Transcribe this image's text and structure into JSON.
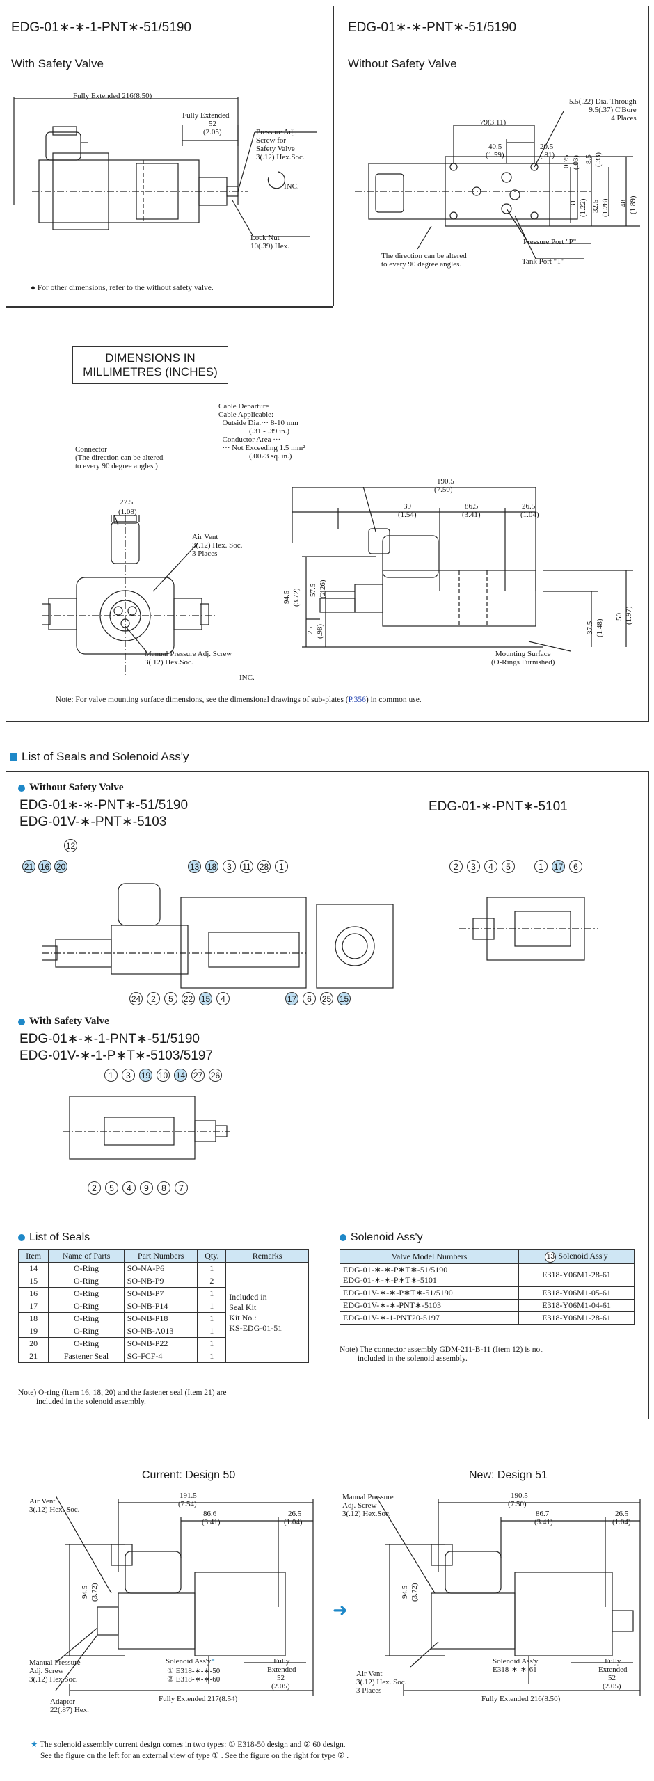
{
  "top_left": {
    "model": "EDG-01∗-∗-1-PNT∗-51/5190",
    "subtitle": "With Safety Valve",
    "dims": {
      "fully_extended_216": "Fully Extended 216(8.50)",
      "fully_extended": "Fully Extended",
      "d52": "52",
      "d205": "(2.05)",
      "pressure_adj": "Pressure Adj.\nScrew for\nSafety Valve\n3(.12) Hex.Soc.",
      "inc": "INC.",
      "lock_nut": "Lock Nut\n10(.39) Hex."
    },
    "note": "For other dimensions, refer to the without safety valve."
  },
  "top_right": {
    "model": "EDG-01∗-∗-PNT∗-51/5190",
    "subtitle": "Without Safety Valve",
    "dims": {
      "through": "5.5(.22) Dia. Through\n9.5(.37) C'Bore\n4 Places",
      "d79": "79(3.11)",
      "d405": "40.5",
      "d159": "(1.59)",
      "d205": "20.5",
      "d081": "(.81)",
      "v075": "0.75",
      "v03": "(.03)",
      "v85": "8.5",
      "v33": "(.33)",
      "v31": "31",
      "v122": "(1.22)",
      "v325": "32.5",
      "v128": "(1.28)",
      "v48": "48",
      "v189": "(1.89)",
      "direction": "The direction can be altered\nto every 90 degree angles.",
      "pressure_port": "Pressure Port \"P\"",
      "tank_port": "Tank Port \"T\""
    }
  },
  "middle": {
    "dimensions_box": "DIMENSIONS IN\nMILLIMETRES (INCHES)",
    "cable": "Cable Departure\nCable Applicable:\n  Outside Dia.··· 8-10 mm\n                (.31 - .39 in.)\n  Conductor Area ···\n  ··· Not Exceeding 1.5 mm²\n                (.0023 sq. in.)",
    "connector": "Connector\n(The direction can be altered\nto every 90 degree angles.)",
    "d275": "27.5",
    "d108": "(1.08)",
    "air_vent": "Air Vent\n3(.12) Hex. Soc.\n3 Places",
    "manual": "Manual Pressure Adj. Screw\n3(.12) Hex.Soc.",
    "inc": "INC.",
    "d1905": "190.5",
    "d750": "(7.50)",
    "d39": "39",
    "d154": "(1.54)",
    "d865": "86.5",
    "d341": "(3.41)",
    "d265": "26.5",
    "d104": "(1.04)",
    "v945": "94.5",
    "v372": "(3.72)",
    "v575": "57.5",
    "v226": "(2.26)",
    "v25": "25",
    "v98": "(.98)",
    "v375": "37.5",
    "v148": "(1.48)",
    "v50": "50",
    "v197": "(1.97)",
    "mounting": "Mounting Surface\n(O-Rings Furnished)",
    "note_pre": "Note: For valve mounting surface dimensions, see the dimensional drawings of sub-plates (",
    "note_link": "P.356",
    "note_post": ") in common use."
  },
  "seals_section": {
    "heading": "List of Seals and Solenoid Ass'y",
    "without_title": "Without Safety Valve",
    "without_model1": "EDG-01∗-∗-PNT∗-51/5190",
    "without_model2": "EDG-01V-∗-PNT∗-5103",
    "right_model": "EDG-01-∗-PNT∗-5101",
    "with_title": "With Safety Valve",
    "with_model1": "EDG-01∗-∗-1-PNT∗-51/5190",
    "with_model2": "EDG-01V-∗-1-P∗T∗-5103/5197",
    "callouts_top_left": [
      "21",
      "16",
      "20"
    ],
    "callouts_top_mid": [
      "12",
      "13",
      "18",
      "3",
      "11",
      "28",
      "1"
    ],
    "callouts_bottom_left": [
      "24",
      "2",
      "5",
      "22",
      "15",
      "4"
    ],
    "callouts_bottom_mid": [
      "17",
      "6",
      "25",
      "15"
    ],
    "callouts_right_top": [
      "2",
      "3",
      "4",
      "5",
      "1",
      "17",
      "6"
    ],
    "callouts_with_top": [
      "1",
      "3",
      "19",
      "10",
      "14",
      "27",
      "26"
    ],
    "callouts_with_bottom": [
      "2",
      "5",
      "4",
      "9",
      "8",
      "7"
    ]
  },
  "seals_table": {
    "title": "List of Seals",
    "headers": [
      "Item",
      "Name of Parts",
      "Part Numbers",
      "Qty.",
      "Remarks"
    ],
    "rows": [
      [
        "14",
        "O-Ring",
        "SO-NA-P6",
        "1"
      ],
      [
        "15",
        "O-Ring",
        "SO-NB-P9",
        "2"
      ],
      [
        "16",
        "O-Ring",
        "SO-NB-P7",
        "1"
      ],
      [
        "17",
        "O-Ring",
        "SO-NB-P14",
        "1"
      ],
      [
        "18",
        "O-Ring",
        "SO-NB-P18",
        "1"
      ],
      [
        "19",
        "O-Ring",
        "SO-NB-A013",
        "1"
      ],
      [
        "20",
        "O-Ring",
        "SO-NB-P22",
        "1"
      ],
      [
        "21",
        "Fastener Seal",
        "SG-FCF-4",
        "1"
      ]
    ],
    "remarks": "Included in\nSeal Kit\nKit No.:\nKS-EDG-01-51",
    "note": "Note) O-ring (Item 16, 18, 20) and the fastener seal (Item 21) are\n         included in the solenoid assembly."
  },
  "solenoid_table": {
    "title": "Solenoid Ass'y",
    "header_model": "Valve Model Numbers",
    "header_item": "13",
    "header_sol": "Solenoid Ass'y",
    "rows": [
      {
        "models": "EDG-01-∗-∗-P∗T∗-51/5190\nEDG-01-∗-∗-P∗T∗-5101",
        "part": "E318-Y06M1-28-61"
      },
      {
        "models": "EDG-01V-∗-∗-P∗T∗-51/5190",
        "part": "E318-Y06M1-05-61"
      },
      {
        "models": "EDG-01V-∗-∗-PNT∗-5103",
        "part": "E318-Y06M1-04-61"
      },
      {
        "models": "EDG-01V-∗-1-PNT20-5197",
        "part": "E318-Y06M1-28-61"
      }
    ],
    "note": "Note) The connector assembly GDM-211-B-11 (Item 12) is not\n         included in the solenoid assembly."
  },
  "design": {
    "current_title": "Current: Design 50",
    "new_title": "New: Design 51",
    "cur": {
      "air_vent": "Air Vent\n3(.12) Hex. Soc.",
      "d1915": "191.5",
      "d754": "(7.54)",
      "d866": "86.6",
      "d341": "(3.41)",
      "d265": "26.5",
      "d104": "(1.04)",
      "v945": "94.5",
      "v372": "(3.72)",
      "manual": "Manual Pressure\nAdj. Screw\n3(.12) Hex.Soc.",
      "solenoid": "Solenoid Ass'y",
      "star": "*",
      "sol1": "① E318-∗-∗-50",
      "sol2": "② E318-∗-∗-60",
      "fully": "Fully\nExtended",
      "d52": "52",
      "d205": "(2.05)",
      "adaptor": "Adaptor\n22(.87) Hex.",
      "fully217": "Fully Extended 217(8.54)"
    },
    "new": {
      "manual": "Manual Pressure\nAdj. Screw\n3(.12) Hex.Soc.",
      "d1905": "190.5",
      "d750": "(7.50)",
      "d867": "86.7",
      "d341": "(3.41)",
      "d265": "26.5",
      "d104": "(1.04)",
      "v945": "94.5",
      "v372": "(3.72)",
      "solenoid": "Solenoid Ass'y",
      "sol": "E318-∗-∗-61",
      "fully": "Fully\nExtended",
      "d52": "52",
      "d205": "(2.05)",
      "air_vent": "Air Vent\n3(.12) Hex. Soc.\n3 Places",
      "fully216": "Fully Extended 216(8.50)"
    },
    "footnote1": "The solenoid assembly current design comes in two types: ① E318-50 design and ② 60 design.",
    "footnote2": "See the figure on the left for an external view of type ① . See the figure on the right for type ② ."
  },
  "colors": {
    "accent": "#1e88c8",
    "header_fill": "#cfe6f4",
    "callout_fill": "#bfdff2",
    "link": "#1f3fb0"
  }
}
